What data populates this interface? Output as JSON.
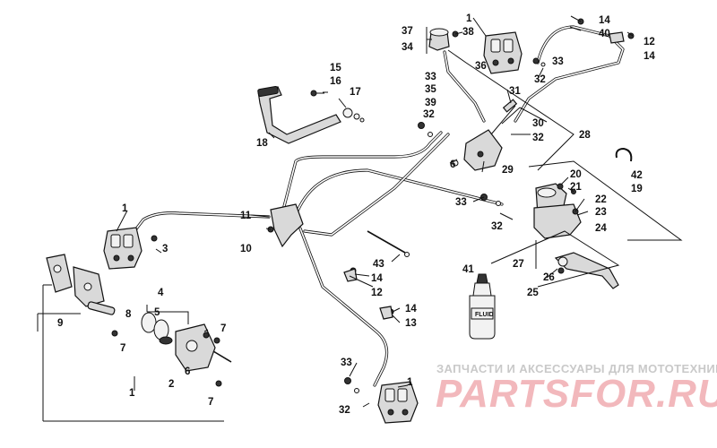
{
  "callouts": {
    "c1_top": "1",
    "c1_left": "1",
    "c1_bottom": "1",
    "c1_bracket": "1",
    "c2": "2",
    "c3": "3",
    "c4": "4",
    "c5": "5",
    "c6_left": "6",
    "c6_mid": "6",
    "c7_a": "7",
    "c7_b": "7",
    "c7_c": "7",
    "c8": "8",
    "c9": "9",
    "c10": "10",
    "c11": "11",
    "c12_top": "12",
    "c12_mid": "12",
    "c13": "13",
    "c14_top": "14",
    "c14_top2": "14",
    "c14_mid": "14",
    "c14_mid2": "14",
    "c15": "15",
    "c16": "16",
    "c17": "17",
    "c18": "18",
    "c19": "19",
    "c20": "20",
    "c21": "21",
    "c22": "22",
    "c23": "23",
    "c24": "24",
    "c25": "25",
    "c26": "26",
    "c27": "27",
    "c28": "28",
    "c29": "29",
    "c30": "30",
    "c31": "31",
    "c32_a": "32",
    "c32_b": "32",
    "c32_c": "32",
    "c32_d": "32",
    "c32_e": "32",
    "c33_a": "33",
    "c33_b": "33",
    "c33_c": "33",
    "c33_d": "33",
    "c34": "34",
    "c35": "35",
    "c36": "36",
    "c37": "37",
    "c38": "38",
    "c39": "39",
    "c40": "40",
    "c41": "41",
    "c42": "42",
    "c43": "43"
  },
  "bottle_label": "FLUID",
  "watermark": {
    "tagline": "ЗАПЧАСТИ И АКСЕССУАРЫ ДЛЯ МОТОТЕХНИКИ",
    "brand": "PARTSFOR.RU",
    "brand_color": "#f2b8bc",
    "tagline_color": "#c9c9c9"
  }
}
